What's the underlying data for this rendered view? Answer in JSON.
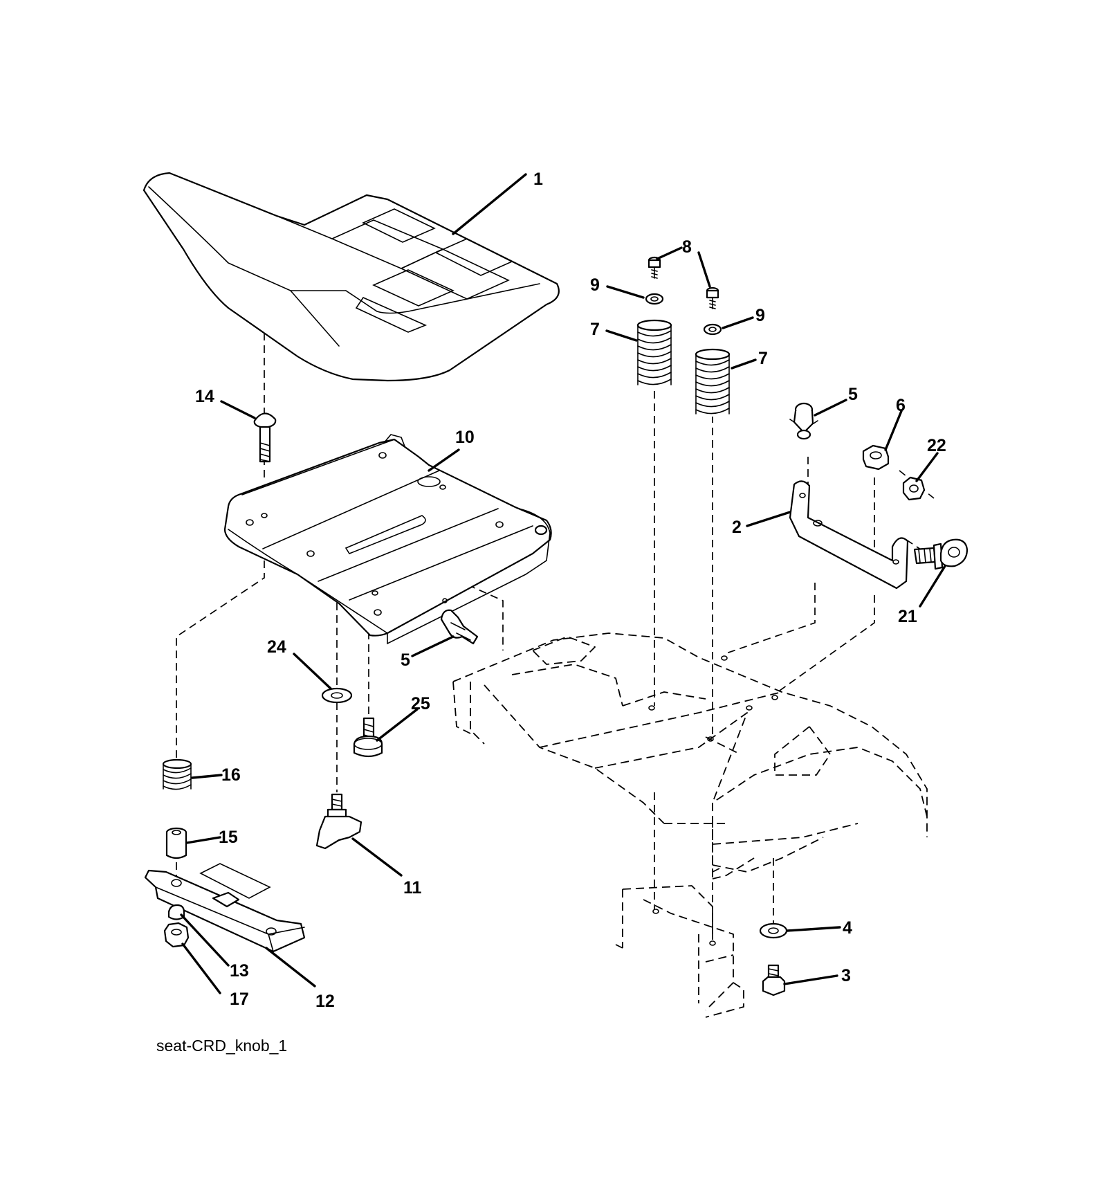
{
  "callouts": {
    "c1": "1",
    "c2": "2",
    "c3": "3",
    "c4": "4",
    "c5a": "5",
    "c5b": "5",
    "c6": "6",
    "c7a": "7",
    "c7b": "7",
    "c8": "8",
    "c9a": "9",
    "c9b": "9",
    "c10": "10",
    "c11": "11",
    "c12": "12",
    "c13": "13",
    "c14": "14",
    "c15": "15",
    "c16": "16",
    "c17": "17",
    "c21": "21",
    "c22": "22",
    "c24": "24",
    "c25": "25"
  },
  "caption": "seat-CRD_knob_1"
}
